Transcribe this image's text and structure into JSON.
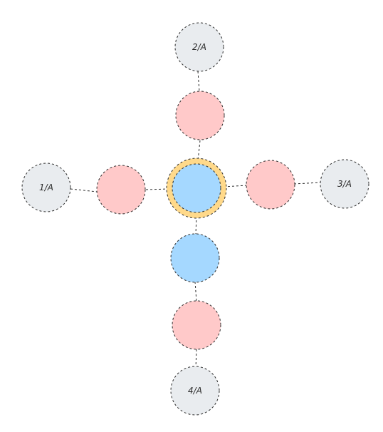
{
  "colors": {
    "terminal_fill": "#e9ecef",
    "red_fill": "#ffc9c9",
    "blue_fill": "#a5d8ff",
    "highlight_ring": "#ffd98a",
    "stroke": "#2b2b2b",
    "background": "#ffffff"
  },
  "terminals": {
    "top": {
      "label": "2/A"
    },
    "left": {
      "label": "1/A"
    },
    "right": {
      "label": "3/A"
    },
    "bottom": {
      "label": "4/A"
    }
  },
  "nodes": {
    "center": {
      "color": "blue",
      "highlighted": true
    },
    "upper": {
      "color": "red"
    },
    "left": {
      "color": "red"
    },
    "right": {
      "color": "red"
    },
    "lower_blue": {
      "color": "blue"
    },
    "lower_red": {
      "color": "red"
    }
  }
}
